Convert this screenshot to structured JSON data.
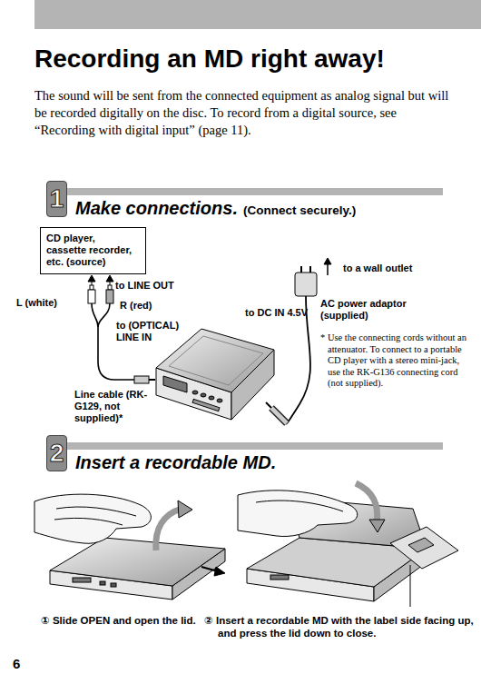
{
  "diagram": {
    "title": "Recording an MD right away!",
    "nodes": [
      {
        "text": [
          "1"
        ]
      },
      {
        "text": [
          "CD player, cassette recorder, etc. (source)"
        ]
      },
      {
        "text": [
          "2"
        ]
      }
    ],
    "labels": [
      "The sound will be sent from the connected equipment as analog signal but will be recorded digitally on the disc. To record from a digital source, see “Recording with digital input” (page 11).",
      "Make connections.",
      "(Connect securely.)",
      "to LINE OUT",
      "L (white)",
      "R (red)",
      "to (OPTICAL) LINE IN",
      "to DC IN 4.5V",
      "to a wall outlet",
      "AC power adaptor (supplied)",
      "Line cable (RK-G129, not supplied)*",
      "* Use the connecting cords without an attenuator. To connect to a portable CD player with a stereo mini-jack, use the RK-G136 connecting cord (not supplied).",
      "Insert a recordable MD.",
      "① Slide OPEN and open the lid.",
      "② Insert a recordable MD with the label side facing up, and press the lid down to close.",
      "6"
    ]
  }
}
